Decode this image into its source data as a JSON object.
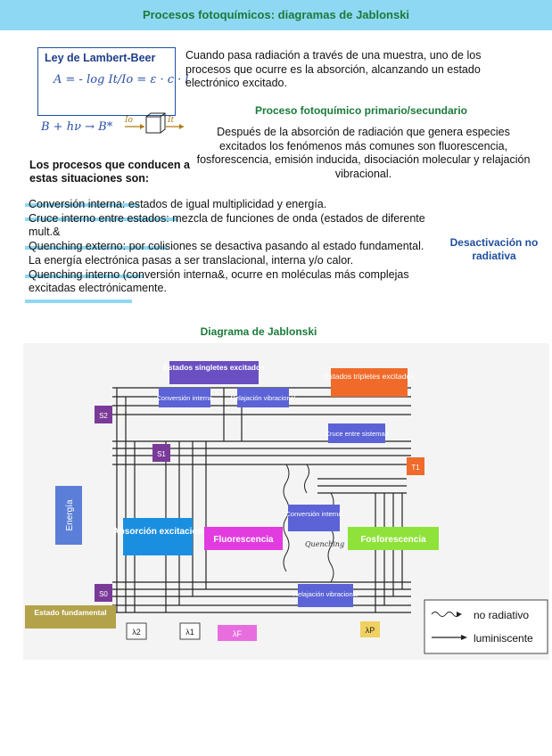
{
  "header": {
    "title": "Procesos fotoquímicos: diagramas de Jablonski"
  },
  "lambert_beer": {
    "title": "Ley de Lambert-Beer",
    "formula": "A = - log It/Io = ε · c · l",
    "reaction": "B + hν → B*",
    "io": "Io",
    "it": "It"
  },
  "intro": "Cuando pasa radiación a través de una muestra, uno de los procesos que ocurre es la absorción, alcanzando un estado electrónico excitado.",
  "proceso": {
    "title": "Proceso fotoquímico primario/secundario",
    "text": "Después de la absorción de radiación que genera especies excitados los fenómenos más comunes son fluorescencia, fosforescencia, emisión inducida, disociación molecular y relajación vibracional."
  },
  "procesos_title": "Los procesos que conducen a estas situaciones son:",
  "list": [
    "Conversión interna: estados de igual multiplicidad y energía.",
    "Cruce interno entre estados: mezcla de funciones de onda (estados de diferente mult.&",
    "Quenching externo: por colisiones se desactiva pasando al estado fundamental.",
    "La energía electrónica pasas a ser translacional, interna y/o calor.",
    "Quenching interno (conversión interna&, ocurre en moléculas más complejas excitadas electrónicamente."
  ],
  "desactivacion": "Desactivación no radiativa",
  "diagram": {
    "title": "Diagrama de Jablonski",
    "singletes": "Estados singletes excitados",
    "tripletes": "Estados tripletes excitados",
    "conversion_interna_top": "Conversión interna",
    "relajacion_top": "Relajación vibracional",
    "cruce": "Cruce entre sistemas",
    "s2": "S2",
    "s1": "S1",
    "s0": "S0",
    "t1": "T1",
    "energia": "Energía",
    "absorcion": "Absorción excitación",
    "fluorescencia": "Fluorescencia",
    "fosforescencia": "Fosforescencia",
    "conversion_interna_mid": "Conversión interna",
    "quenching": "Quenching",
    "relajacion_bottom": "Relajación vibracional",
    "estado_fundamental": "Estado fundamental",
    "lambda2": "λ2",
    "lambda1": "λ1",
    "lambdaF": "λF",
    "lambdaP": "λP",
    "legend_noradiativo": "no radiativo",
    "legend_luminiscente": "luminiscente"
  },
  "colors": {
    "header": "#8fd8f3",
    "green_title": "#1a7a3a",
    "blue_title": "#1f4fa0",
    "purple": "#6a4fc2",
    "orange": "#f06a2a",
    "blue_box": "#1a8fe0",
    "magenta": "#e23be0",
    "lime": "#8fe23a",
    "olive": "#b3a24a"
  }
}
